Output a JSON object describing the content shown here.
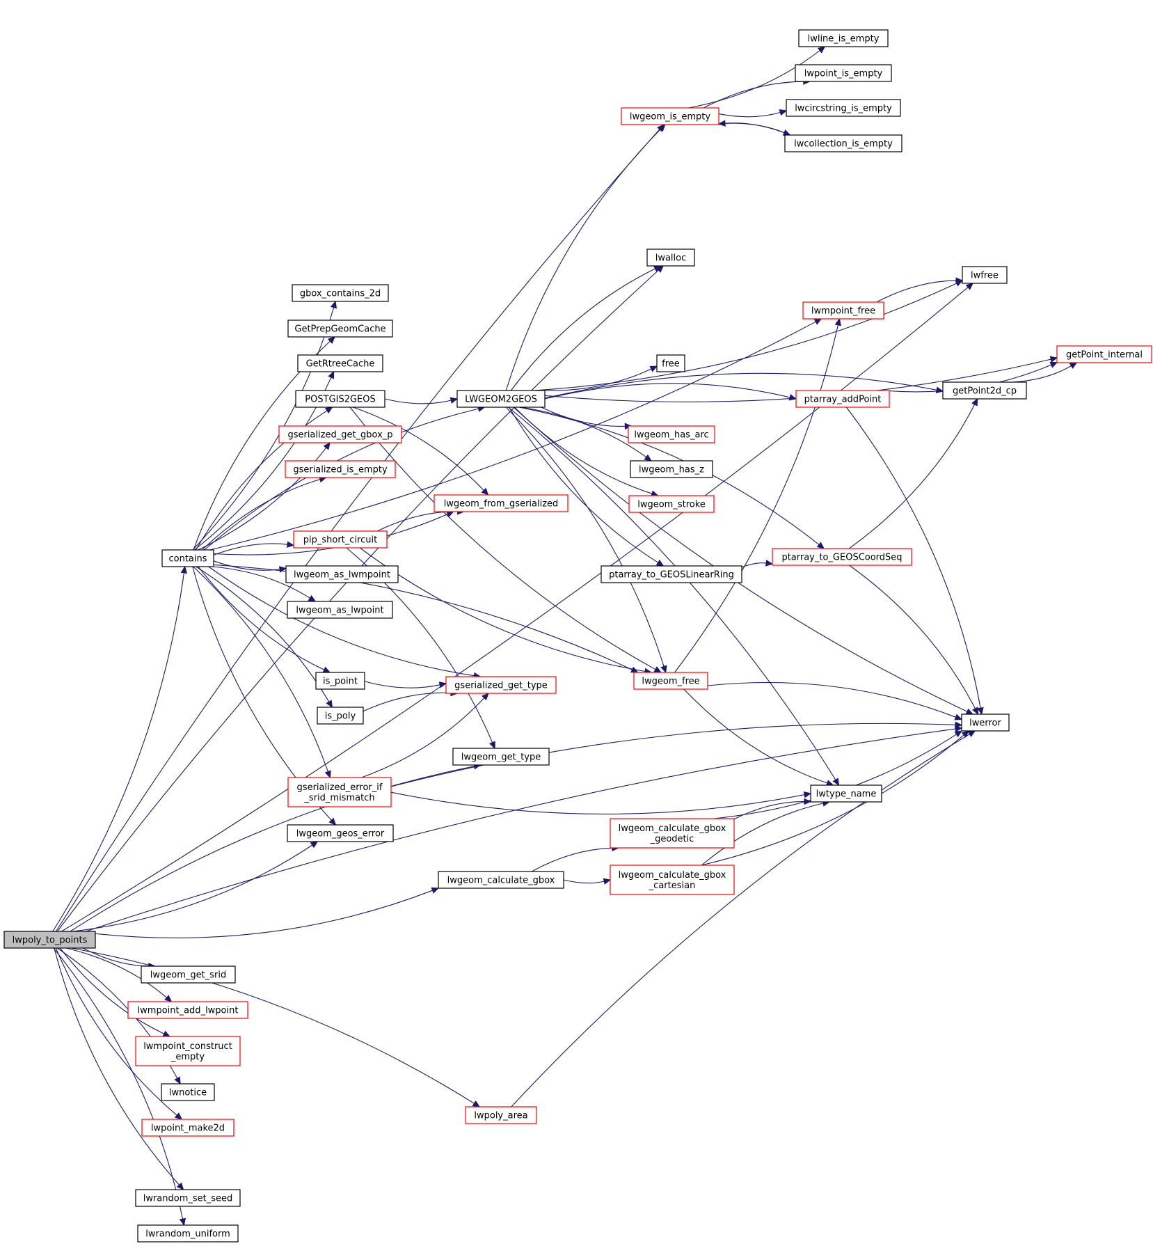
{
  "graph": {
    "colors": {
      "edge": "#191970",
      "border_normal": "#000000",
      "border_truncated": "#ff0000",
      "fill_focus": "#bfbfbf",
      "fill": "#ffffff"
    },
    "nodes": [
      {
        "id": "lwpoly_to_points",
        "label": [
          "lwpoly_to_points"
        ],
        "style": "focus"
      },
      {
        "id": "contains",
        "label": [
          "contains"
        ],
        "style": "normal"
      },
      {
        "id": "lwgeom_get_srid",
        "label": [
          "lwgeom_get_srid"
        ],
        "style": "normal"
      },
      {
        "id": "lwmpoint_add_lwpoint",
        "label": [
          "lwmpoint_add_lwpoint"
        ],
        "style": "truncated"
      },
      {
        "id": "lwmpoint_construct_empty",
        "label": [
          "lwmpoint_construct",
          "_empty"
        ],
        "style": "truncated"
      },
      {
        "id": "lwnotice",
        "label": [
          "lwnotice"
        ],
        "style": "normal"
      },
      {
        "id": "lwpoint_make2d",
        "label": [
          "lwpoint_make2d"
        ],
        "style": "truncated"
      },
      {
        "id": "lwrandom_set_seed",
        "label": [
          "lwrandom_set_seed"
        ],
        "style": "normal"
      },
      {
        "id": "lwrandom_uniform",
        "label": [
          "lwrandom_uniform"
        ],
        "style": "normal"
      },
      {
        "id": "gbox_contains_2d",
        "label": [
          "gbox_contains_2d"
        ],
        "style": "normal"
      },
      {
        "id": "GetPrepGeomCache",
        "label": [
          "GetPrepGeomCache"
        ],
        "style": "normal"
      },
      {
        "id": "GetRtreeCache",
        "label": [
          "GetRtreeCache"
        ],
        "style": "normal"
      },
      {
        "id": "POSTGIS2GEOS",
        "label": [
          "POSTGIS2GEOS"
        ],
        "style": "normal"
      },
      {
        "id": "gserialized_get_gbox_p",
        "label": [
          "gserialized_get_gbox_p"
        ],
        "style": "truncated"
      },
      {
        "id": "gserialized_is_empty",
        "label": [
          "gserialized_is_empty"
        ],
        "style": "truncated"
      },
      {
        "id": "pip_short_circuit",
        "label": [
          "pip_short_circuit"
        ],
        "style": "truncated"
      },
      {
        "id": "lwgeom_as_lwmpoint",
        "label": [
          "lwgeom_as_lwmpoint"
        ],
        "style": "normal"
      },
      {
        "id": "lwgeom_as_lwpoint",
        "label": [
          "lwgeom_as_lwpoint"
        ],
        "style": "normal"
      },
      {
        "id": "is_point",
        "label": [
          "is_point"
        ],
        "style": "normal"
      },
      {
        "id": "is_poly",
        "label": [
          "is_poly"
        ],
        "style": "normal"
      },
      {
        "id": "gserialized_error_if_srid_mismatch",
        "label": [
          "gserialized_error_if",
          "_srid_mismatch"
        ],
        "style": "truncated"
      },
      {
        "id": "lwgeom_geos_error",
        "label": [
          "lwgeom_geos_error"
        ],
        "style": "normal"
      },
      {
        "id": "LWGEOM2GEOS",
        "label": [
          "LWGEOM2GEOS"
        ],
        "style": "normal"
      },
      {
        "id": "lwgeom_from_gserialized",
        "label": [
          "lwgeom_from_gserialized"
        ],
        "style": "truncated"
      },
      {
        "id": "gserialized_get_type",
        "label": [
          "gserialized_get_type"
        ],
        "style": "truncated"
      },
      {
        "id": "lwgeom_get_type",
        "label": [
          "lwgeom_get_type"
        ],
        "style": "normal"
      },
      {
        "id": "lwgeom_calculate_gbox",
        "label": [
          "lwgeom_calculate_gbox"
        ],
        "style": "normal"
      },
      {
        "id": "lwpoly_area",
        "label": [
          "lwpoly_area"
        ],
        "style": "truncated"
      },
      {
        "id": "lwgeom_is_empty",
        "label": [
          "lwgeom_is_empty"
        ],
        "style": "truncated"
      },
      {
        "id": "lwalloc",
        "label": [
          "lwalloc"
        ],
        "style": "normal"
      },
      {
        "id": "free",
        "label": [
          "free"
        ],
        "style": "normal"
      },
      {
        "id": "lwgeom_has_arc",
        "label": [
          "lwgeom_has_arc"
        ],
        "style": "truncated"
      },
      {
        "id": "lwgeom_has_z",
        "label": [
          "lwgeom_has_z"
        ],
        "style": "normal"
      },
      {
        "id": "lwgeom_stroke",
        "label": [
          "lwgeom_stroke"
        ],
        "style": "truncated"
      },
      {
        "id": "ptarray_to_GEOSLinearRing",
        "label": [
          "ptarray_to_GEOSLinearRing"
        ],
        "style": "normal"
      },
      {
        "id": "lwgeom_free",
        "label": [
          "lwgeom_free"
        ],
        "style": "truncated"
      },
      {
        "id": "lwgeom_calculate_gbox_geodetic",
        "label": [
          "lwgeom_calculate_gbox",
          "_geodetic"
        ],
        "style": "truncated"
      },
      {
        "id": "lwgeom_calculate_gbox_cartesian",
        "label": [
          "lwgeom_calculate_gbox",
          "_cartesian"
        ],
        "style": "truncated"
      },
      {
        "id": "lwline_is_empty",
        "label": [
          "lwline_is_empty"
        ],
        "style": "normal"
      },
      {
        "id": "lwpoint_is_empty",
        "label": [
          "lwpoint_is_empty"
        ],
        "style": "normal"
      },
      {
        "id": "lwcircstring_is_empty",
        "label": [
          "lwcircstring_is_empty"
        ],
        "style": "normal"
      },
      {
        "id": "lwcollection_is_empty",
        "label": [
          "lwcollection_is_empty"
        ],
        "style": "normal"
      },
      {
        "id": "lwmpoint_free",
        "label": [
          "lwmpoint_free"
        ],
        "style": "truncated"
      },
      {
        "id": "ptarray_addPoint",
        "label": [
          "ptarray_addPoint"
        ],
        "style": "truncated"
      },
      {
        "id": "ptarray_to_GEOSCoordSeq",
        "label": [
          "ptarray_to_GEOSCoordSeq"
        ],
        "style": "truncated"
      },
      {
        "id": "lwtype_name",
        "label": [
          "lwtype_name"
        ],
        "style": "normal"
      },
      {
        "id": "lwfree",
        "label": [
          "lwfree"
        ],
        "style": "normal"
      },
      {
        "id": "getPoint2d_cp",
        "label": [
          "getPoint2d_cp"
        ],
        "style": "normal"
      },
      {
        "id": "lwerror",
        "label": [
          "lwerror"
        ],
        "style": "normal"
      },
      {
        "id": "getPoint_internal",
        "label": [
          "getPoint_internal"
        ],
        "style": "truncated"
      }
    ],
    "edges": [
      [
        "lwpoly_to_points",
        "contains"
      ],
      [
        "lwpoly_to_points",
        "lwgeom_is_empty"
      ],
      [
        "lwpoly_to_points",
        "lwfree"
      ],
      [
        "lwpoly_to_points",
        "lwalloc"
      ],
      [
        "lwpoly_to_points",
        "lwgeom_geos_error"
      ],
      [
        "lwpoly_to_points",
        "lwgeom_get_type"
      ],
      [
        "lwpoly_to_points",
        "lwgeom_calculate_gbox"
      ],
      [
        "lwpoly_to_points",
        "lwerror"
      ],
      [
        "lwpoly_to_points",
        "lwgeom_get_srid"
      ],
      [
        "lwpoly_to_points",
        "lwmpoint_add_lwpoint"
      ],
      [
        "lwpoly_to_points",
        "lwmpoint_construct_empty"
      ],
      [
        "lwpoly_to_points",
        "lwnotice"
      ],
      [
        "lwpoly_to_points",
        "lwpoint_make2d"
      ],
      [
        "lwpoly_to_points",
        "lwpoly_area"
      ],
      [
        "lwpoly_to_points",
        "lwrandom_set_seed"
      ],
      [
        "lwpoly_to_points",
        "lwrandom_uniform"
      ],
      [
        "contains",
        "gbox_contains_2d"
      ],
      [
        "contains",
        "GetPrepGeomCache"
      ],
      [
        "contains",
        "GetRtreeCache"
      ],
      [
        "contains",
        "POSTGIS2GEOS"
      ],
      [
        "contains",
        "gserialized_get_gbox_p"
      ],
      [
        "contains",
        "gserialized_is_empty"
      ],
      [
        "contains",
        "lwgeom_from_gserialized"
      ],
      [
        "contains",
        "pip_short_circuit"
      ],
      [
        "contains",
        "lwgeom_as_lwmpoint"
      ],
      [
        "contains",
        "lwgeom_as_lwpoint"
      ],
      [
        "contains",
        "is_point"
      ],
      [
        "contains",
        "is_poly"
      ],
      [
        "contains",
        "gserialized_get_type"
      ],
      [
        "contains",
        "gserialized_error_if_srid_mismatch"
      ],
      [
        "contains",
        "lwgeom_geos_error"
      ],
      [
        "contains",
        "LWGEOM2GEOS"
      ],
      [
        "contains",
        "lwmpoint_free"
      ],
      [
        "contains",
        "lwgeom_free"
      ],
      [
        "POSTGIS2GEOS",
        "LWGEOM2GEOS"
      ],
      [
        "POSTGIS2GEOS",
        "lwgeom_from_gserialized"
      ],
      [
        "POSTGIS2GEOS",
        "lwgeom_free"
      ],
      [
        "pip_short_circuit",
        "lwgeom_from_gserialized"
      ],
      [
        "pip_short_circuit",
        "lwgeom_free"
      ],
      [
        "pip_short_circuit",
        "lwgeom_get_type"
      ],
      [
        "is_point",
        "gserialized_get_type"
      ],
      [
        "is_poly",
        "gserialized_get_type"
      ],
      [
        "gserialized_error_if_srid_mismatch",
        "gserialized_get_type"
      ],
      [
        "gserialized_error_if_srid_mismatch",
        "lwerror"
      ],
      [
        "gserialized_error_if_srid_mismatch",
        "lwtype_name"
      ],
      [
        "LWGEOM2GEOS",
        "lwgeom_is_empty"
      ],
      [
        "LWGEOM2GEOS",
        "getPoint_internal"
      ],
      [
        "LWGEOM2GEOS",
        "lwalloc"
      ],
      [
        "LWGEOM2GEOS",
        "lwfree"
      ],
      [
        "LWGEOM2GEOS",
        "getPoint2d_cp"
      ],
      [
        "LWGEOM2GEOS",
        "free"
      ],
      [
        "LWGEOM2GEOS",
        "ptarray_addPoint"
      ],
      [
        "LWGEOM2GEOS",
        "lwgeom_has_arc"
      ],
      [
        "LWGEOM2GEOS",
        "lwgeom_has_z"
      ],
      [
        "LWGEOM2GEOS",
        "lwgeom_stroke"
      ],
      [
        "LWGEOM2GEOS",
        "ptarray_to_GEOSCoordSeq"
      ],
      [
        "LWGEOM2GEOS",
        "ptarray_to_GEOSLinearRing"
      ],
      [
        "LWGEOM2GEOS",
        "lwgeom_free"
      ],
      [
        "LWGEOM2GEOS",
        "lwerror"
      ],
      [
        "LWGEOM2GEOS",
        "lwtype_name"
      ],
      [
        "lwgeom_is_empty",
        "lwline_is_empty"
      ],
      [
        "lwgeom_is_empty",
        "lwpoint_is_empty"
      ],
      [
        "lwgeom_is_empty",
        "lwcircstring_is_empty"
      ],
      [
        "lwgeom_is_empty",
        "lwcollection_is_empty"
      ],
      [
        "lwcollection_is_empty",
        "lwgeom_is_empty"
      ],
      [
        "lwmpoint_free",
        "lwfree"
      ],
      [
        "ptarray_addPoint",
        "getPoint_internal"
      ],
      [
        "ptarray_addPoint",
        "lwerror"
      ],
      [
        "getPoint2d_cp",
        "getPoint_internal"
      ],
      [
        "ptarray_to_GEOSLinearRing",
        "ptarray_to_GEOSCoordSeq"
      ],
      [
        "ptarray_to_GEOSCoordSeq",
        "getPoint2d_cp"
      ],
      [
        "ptarray_to_GEOSCoordSeq",
        "lwerror"
      ],
      [
        "lwgeom_free",
        "lwmpoint_free"
      ],
      [
        "lwgeom_free",
        "lwerror"
      ],
      [
        "lwgeom_free",
        "lwtype_name"
      ],
      [
        "lwgeom_calculate_gbox",
        "lwgeom_calculate_gbox_geodetic"
      ],
      [
        "lwgeom_calculate_gbox",
        "lwgeom_calculate_gbox_cartesian"
      ],
      [
        "lwgeom_calculate_gbox_geodetic",
        "lwtype_name"
      ],
      [
        "lwgeom_calculate_gbox_geodetic",
        "lwerror"
      ],
      [
        "lwgeom_calculate_gbox_cartesian",
        "lwtype_name"
      ],
      [
        "lwgeom_calculate_gbox_cartesian",
        "lwerror"
      ],
      [
        "lwpoly_area",
        "lwerror"
      ]
    ]
  }
}
